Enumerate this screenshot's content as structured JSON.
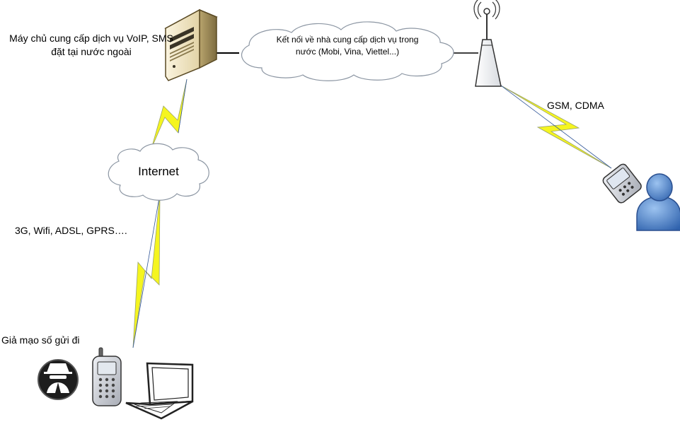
{
  "labels": {
    "server": "Máy chủ cung cấp dịch vụ VoIP, SMS đặt tại nước ngoài",
    "connection_cloud": "Kết nối về nhà cung cấp dịch vụ trong nước (Mobi, Vina, Viettel...)",
    "internet": "Internet",
    "access_links": "3G, Wifi, ADSL, GPRS….",
    "gsm": "GSM, CDMA",
    "spoof": "Giả mạo số gửi đi"
  },
  "colors": {
    "lightning_fill": "#f5f51f",
    "lightning_edge": "#9aa36b",
    "link_line": "#33589a",
    "cloud_fill": "#ffffff",
    "cloud_stroke": "#8c96a3",
    "server_body": "#f1e6c8",
    "user_blue": "#4f86cf",
    "phone_grey": "#c9ccd3"
  },
  "icons": [
    "server-icon",
    "cell-tower-icon",
    "mobile-phone-icon",
    "user-icon",
    "hacker-icon",
    "feature-phone-icon",
    "laptop-icon"
  ]
}
